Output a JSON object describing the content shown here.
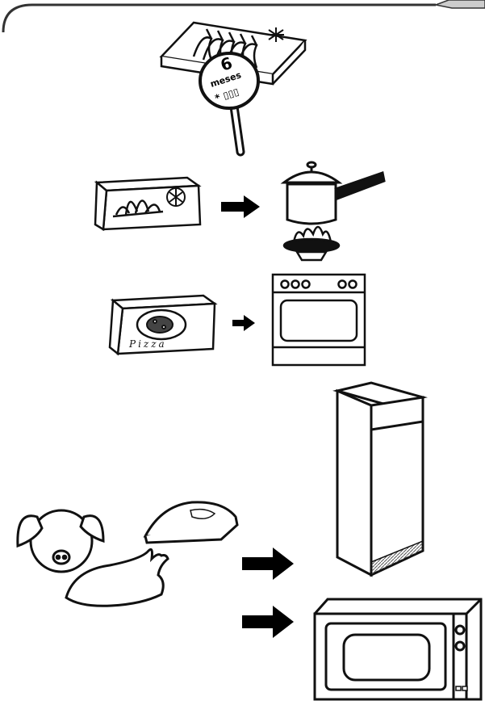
{
  "frozen_box": {
    "months_number": "6",
    "months_word": "meses",
    "star_rating": "* ▯▯▯"
  },
  "pizza_box": {
    "label": "Pizza"
  },
  "colors": {
    "ink": "#111111",
    "paper": "#ffffff",
    "arrow": "#000000"
  }
}
